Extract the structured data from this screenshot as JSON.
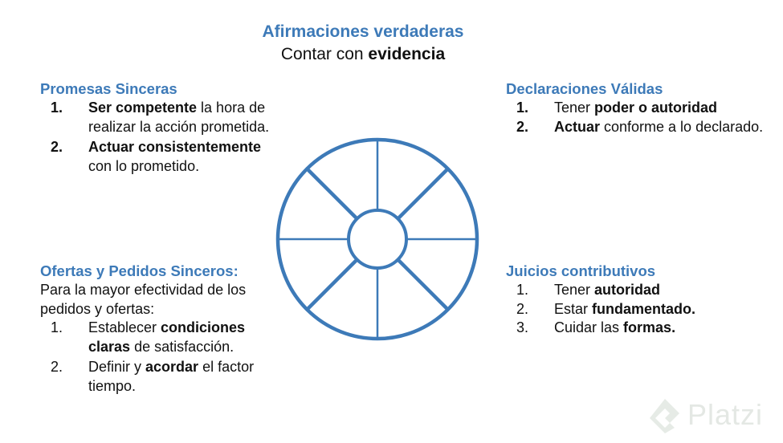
{
  "header": {
    "title": "Afirmaciones verdaderas",
    "subtitle_prefix": "Contar con ",
    "subtitle_bold": "evidencia"
  },
  "promesas": {
    "title": "Promesas Sinceras",
    "items": [
      {
        "num": "1.",
        "bold": "Ser competente",
        "rest": " la hora de realizar la acción prometida."
      },
      {
        "num": "2.",
        "bold": "Actuar consistentemente",
        "rest": " con lo prometido."
      }
    ]
  },
  "ofertas": {
    "title": "Ofertas y Pedidos Sinceros:",
    "intro": "Para la mayor efectividad de los pedidos y ofertas:",
    "items": [
      {
        "num": "1.",
        "pre": "Establecer ",
        "bold": "condiciones claras",
        "rest": " de satisfacción."
      },
      {
        "num": "2.",
        "pre": "Definir y ",
        "bold": "acordar",
        "rest": " el factor tiempo."
      }
    ]
  },
  "declaraciones": {
    "title": "Declaraciones Válidas",
    "items": [
      {
        "num": "1.",
        "pre": "Tener ",
        "bold": "poder o autoridad",
        "rest": ""
      },
      {
        "num": "2.",
        "pre": "",
        "bold": "Actuar",
        "rest": " conforme a lo declarado."
      }
    ]
  },
  "juicios": {
    "title": "Juicios contributivos",
    "items": [
      {
        "num": "1.",
        "pre": "Tener ",
        "bold": "autoridad",
        "rest": ""
      },
      {
        "num": "2.",
        "pre": "Estar ",
        "bold": "fundamentado.",
        "rest": ""
      },
      {
        "num": "3.",
        "pre": "Cuidar las ",
        "bold": "formas.",
        "rest": ""
      }
    ]
  },
  "watermark": {
    "text": "Platzi"
  },
  "colors": {
    "accent": "#3d7ab8",
    "wheel": "#3d7ab8",
    "watermark": "#e4e8e4"
  }
}
